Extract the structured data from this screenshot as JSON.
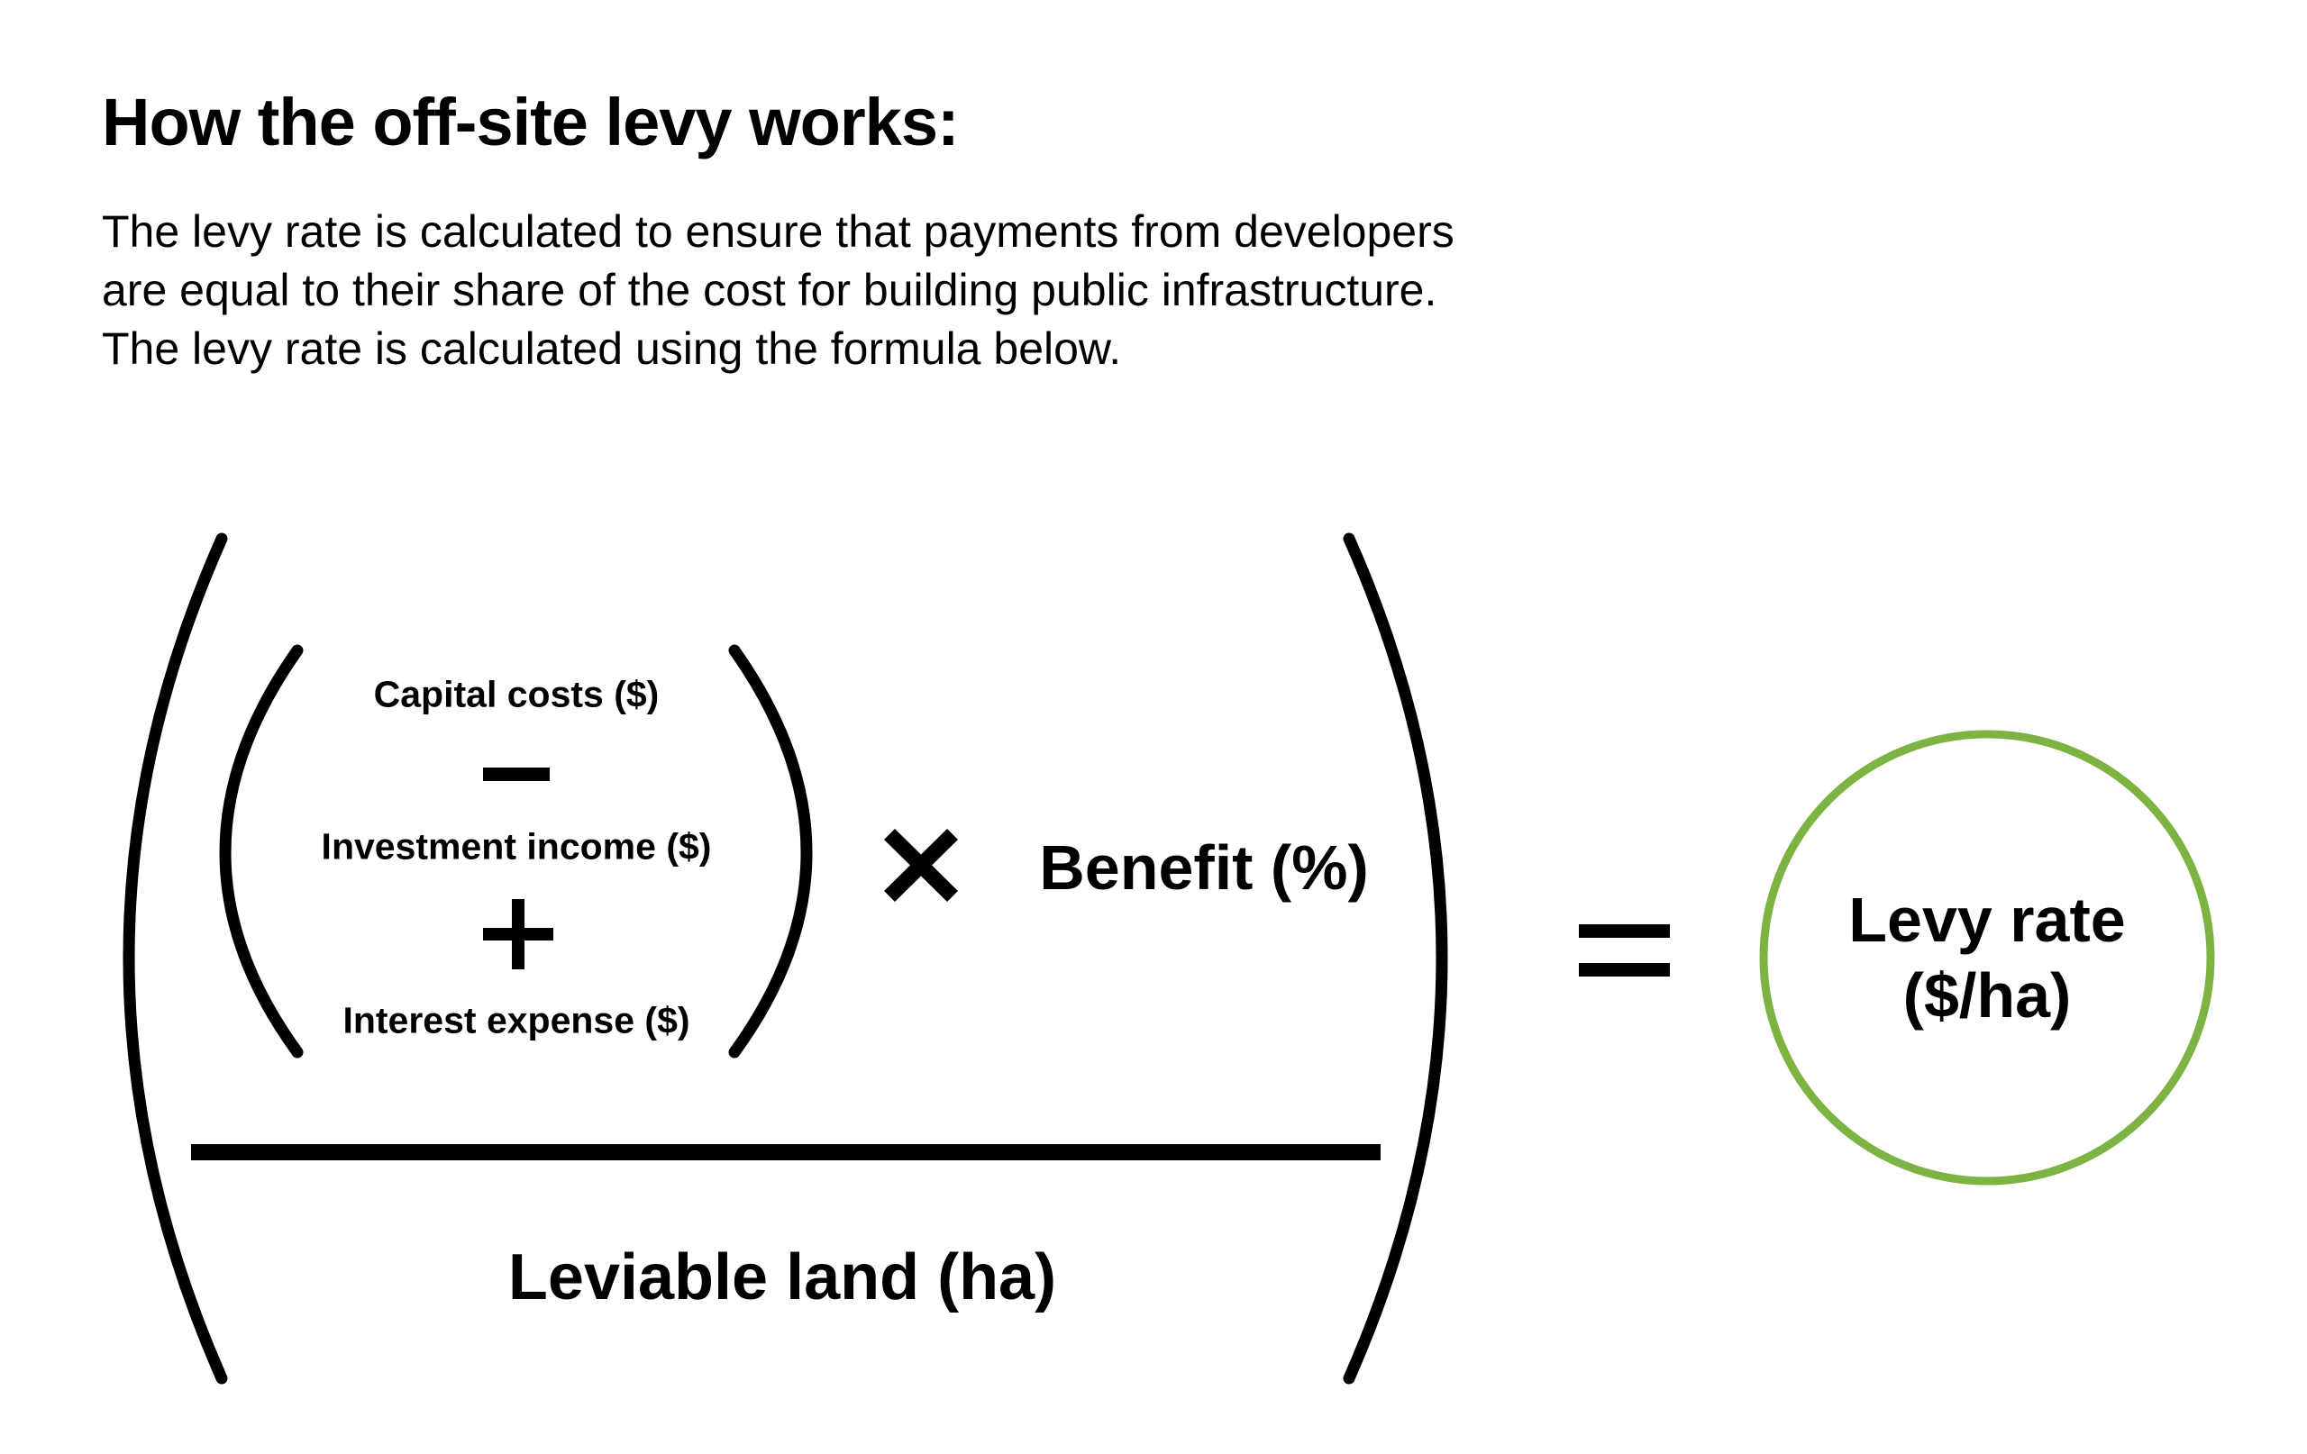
{
  "heading": "How the off-site levy works:",
  "description": [
    "The levy rate is calculated to ensure that payments from developers",
    "are equal to their share of the cost for building public infrastructure.",
    "The levy rate is calculated using the formula below."
  ],
  "formula": {
    "capital_costs": "Capital costs ($)",
    "investment_income": "Investment income ($)",
    "interest_expense": "Interest expense ($)",
    "benefit": "Benefit (%)",
    "leviable_land": "Leviable land (ha)",
    "result_line1": "Levy rate",
    "result_line2": "($/ha)"
  },
  "colors": {
    "accent": "#7cb342",
    "ink": "#000000"
  },
  "icons": {
    "minus": "minus-icon",
    "plus": "plus-icon",
    "multiply": "multiply-icon",
    "equals": "equals-icon"
  }
}
